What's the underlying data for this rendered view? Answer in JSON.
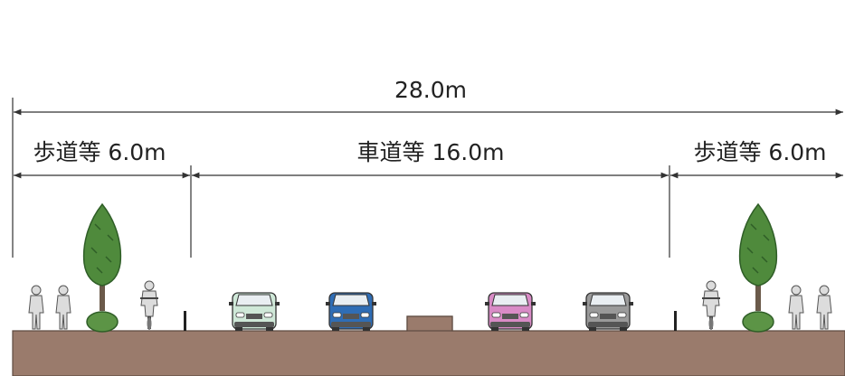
{
  "dimensions": {
    "total": "28.0m",
    "left_sidewalk": "歩道等 6.0m",
    "roadway": "車道等 16.0m",
    "right_sidewalk": "歩道等 6.0m"
  },
  "colors": {
    "ground": "#9a7b6c",
    "ground_edge": "#5d4a40",
    "tree_green": "#4f8a3c",
    "tree_dark": "#2f5e27",
    "trunk": "#6b5a4a",
    "person": "#d8d8d8",
    "line": "#333333",
    "car_mint": "#cfe8d8",
    "car_blue": "#2f6db5",
    "car_pink": "#d98bc6",
    "car_gray": "#9a9a9a"
  },
  "icons": [
    "pedestrian-icon",
    "tree-icon",
    "cyclist-icon",
    "car-icon",
    "shrub-icon"
  ]
}
